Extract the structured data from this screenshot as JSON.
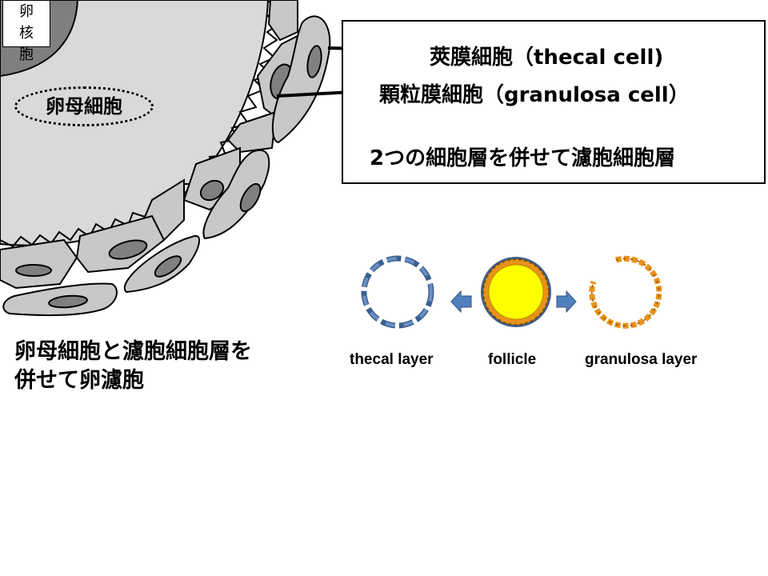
{
  "labels": {
    "nucleus": "卵核胞",
    "oocyte": "卵母細胞",
    "thecal_cell": "莢膜細胞（thecal cell)",
    "granulosa_cell": "顆粒膜細胞（granulosa cell）",
    "combined_layer": "2つの細胞層を併せて濾胞細胞層",
    "caption_line1": "卵母細胞と濾胞細胞層を",
    "caption_line2": "併せて卵濾胞"
  },
  "layers": {
    "thecal": "thecal layer",
    "follicle": "follicle",
    "granulosa": "granulosa layer"
  },
  "colors": {
    "cytoplasm": "#d9d9d9",
    "nucleus": "#7f7f7f",
    "cell_fill": "#c8c8c8",
    "cell_nucleus": "#808080",
    "thecal_blue": "#5b7fb5",
    "granulosa_orange": "#e8921a",
    "follicle_yellow": "#ffff00",
    "arrow_blue": "#4f81bd"
  }
}
